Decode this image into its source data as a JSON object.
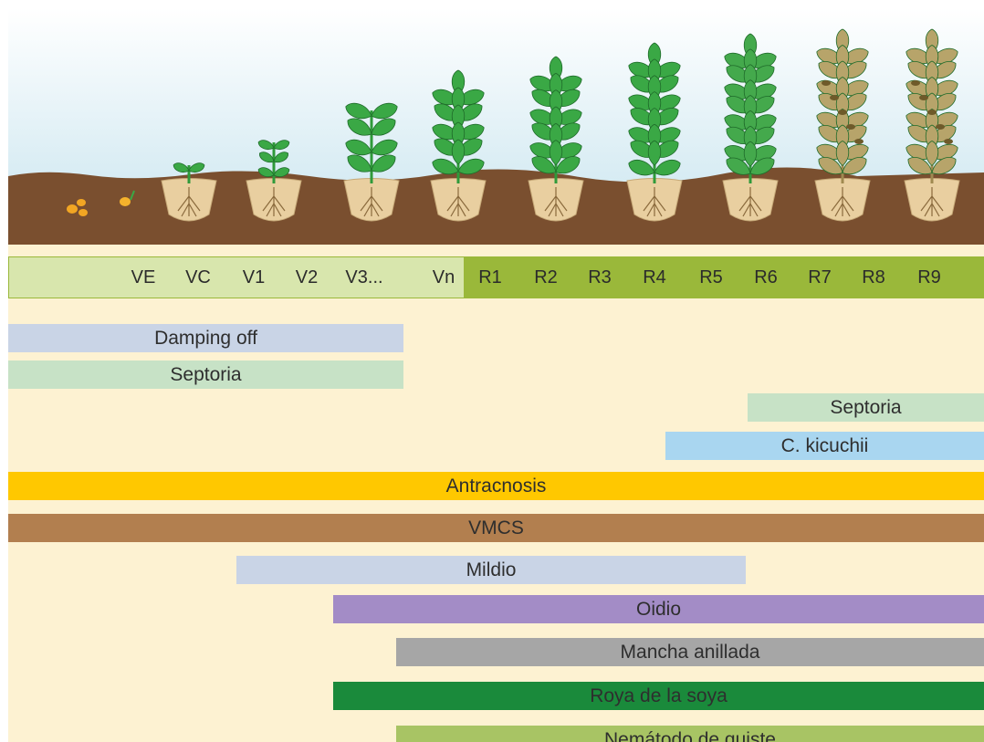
{
  "stages": [
    "VE",
    "VC",
    "V1",
    "V2",
    "V3...",
    "Vn",
    "R1",
    "R2",
    "R3",
    "R4",
    "R5",
    "R6",
    "R7",
    "R8",
    "R9"
  ],
  "diseases": [
    {
      "label": "Damping off",
      "color": "#c9d4e6"
    },
    {
      "label": "Septoria",
      "color": "#c7e2c6"
    },
    {
      "label": "Septoria",
      "color": "#c7e2c6"
    },
    {
      "label": "C. kicuchii",
      "color": "#a9d6f0"
    },
    {
      "label": "Antracnosis",
      "color": "#ffc800"
    },
    {
      "label": "VMCS",
      "color": "#b27f4f"
    },
    {
      "label": "Mildio",
      "color": "#c9d4e6"
    },
    {
      "label": "Oidio",
      "color": "#a38cc6"
    },
    {
      "label": "Mancha anillada",
      "color": "#a6a6a6"
    },
    {
      "label": "Roya de la soya",
      "color": "#1a8a3b"
    },
    {
      "label": "Nemátodo de quiste",
      "color": "#a8c464"
    }
  ],
  "colors": {
    "sky_top": "#ffffff",
    "sky_bottom": "#c5e3ee",
    "soil": "#7a4f2f",
    "vegetative_band": "#d8e6ad",
    "reproductive_band": "#9ab83a",
    "chart_background": "#fdf2d2"
  }
}
